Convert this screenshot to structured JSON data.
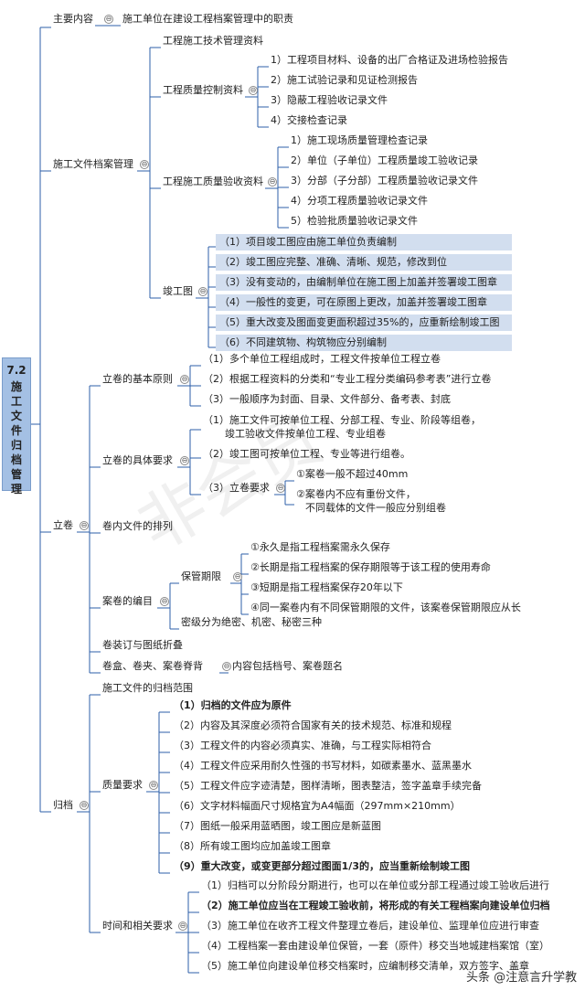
{
  "watermark": "非会员",
  "credit": "头条 @注意言升学教",
  "root": {
    "num": "7.2",
    "title": "施工文件归档管理"
  },
  "top": {
    "label": "主要内容",
    "text": "施工单位在建设工程档案管理中的职责"
  },
  "sgwj": {
    "label": "施工文件档案管理",
    "jsgl": "工程施工技术管理资料",
    "zlkz": {
      "label": "工程质量控制资料",
      "items": [
        "1）工程项目材料、设备的出厂合格证及进场检验报告",
        "2）施工试验记录和见证检测报告",
        "3）隐蔽工程验收记录文件",
        "4）交接检查记录"
      ]
    },
    "zlys": {
      "label": "工程施工质量验收资料",
      "items": [
        "1）施工现场质量管理检查记录",
        "2）单位（子单位）工程质量竣工验收记录",
        "3）分部（子分部）工程质量验收记录文件",
        "4）分项工程质量验收记录文件",
        "5）检验批质量验收记录文件"
      ]
    },
    "jgt": {
      "label": "竣工图",
      "items": [
        "（1）项目竣工图应由施工单位负责编制",
        "（2）竣工图应完整、准确、清晰、规范，修改到位",
        "（3）没有变动的，由编制单位在施工图上加盖并签署竣工图章",
        "（4）一般性的变更，可在原图上更改，加盖并签署竣工图章",
        "（5）重大改变及图面变更面积超过35%的，应重新绘制竣工图",
        "（6）不同建筑物、构筑物应分别编制"
      ]
    }
  },
  "lj": {
    "label": "立卷",
    "jbyz": {
      "label": "立卷的基本原则",
      "items": [
        "（1）多个单位工程组成时，工程文件按单位工程立卷",
        "（2）根据工程资料的分类和“专业工程分类编码参考表”进行立卷",
        "（3）一般顺序为封面、目录、文件部分、备考表、封底"
      ]
    },
    "jtyq": {
      "label": "立卷的具体要求",
      "i1a": "（1）施工文件可按单位工程、分部工程、专业、阶段等组卷，",
      "i1b": "竣工验收文件按单位工程、专业组卷",
      "i2": "（2）竣工图可按单位工程、专业等进行组卷。",
      "i3": {
        "label": "（3）立卷要求",
        "a": "①案卷一般不超过40mm",
        "b1": "②案卷内不应有重份文件，",
        "b2": "不同载体的文件一般应分别组卷"
      }
    },
    "jnwj": "卷内文件的排列",
    "ajbm": {
      "label": "案卷的编目",
      "bgqx": {
        "label": "保管期限",
        "items": [
          "①永久是指工程档案需永久保存",
          "②长期是指工程档案的保存期限等于该工程的使用寿命",
          "③短期是指工程档案保存20年以下",
          "④同一案卷内有不同保管期限的文件，该案卷保管期限应从长"
        ]
      },
      "mj": "密级分为绝密、机密、秘密三种"
    },
    "jzd": "卷装订与图纸折叠",
    "jh": {
      "label": "卷盒、卷夹、案卷脊背",
      "text": "内容包括档号、案卷题名"
    }
  },
  "gd": {
    "label": "归档",
    "fw": "施工文件的归档范围",
    "zlyq": {
      "label": "质量要求",
      "items": [
        "（1）归档的文件应为原件",
        "（2）内容及其深度必须符合国家有关的技术规范、标准和规程",
        "（3）工程文件的内容必须真实、准确，与工程实际相符合",
        "（4）工程文件应采用耐久性强的书写材料，如碳素墨水、蓝黑墨水",
        "（5）工程文件应字迹清楚，图样清晰，图表整洁，签字盖章手续完备",
        "（6）文字材料幅面尺寸规格宜为A4幅面（297mm×210mm）",
        "（7）图纸一般采用蓝晒图，竣工图应是新蓝图",
        "（8）所有竣工图均应加盖竣工图章",
        "（9）重大改变，或变更部分超过图面1/3的，应当重新绘制竣工图"
      ]
    },
    "sj": {
      "label": "时间和相关要求",
      "items": [
        "（1）归档可以分阶段分期进行，也可以在单位或分部工程通过竣工验收后进行",
        "（2）施工单位应当在工程竣工验收前，将形成的有关工程档案向建设单位归档",
        "（3）施工单位在收齐工程文件整理立卷后，建设单位、监理单位应进行审查",
        "（4）工程档案一套由建设单位保管，一套（原件）移交当地城建档案馆（室）",
        "（5）施工单位向建设单位移交档案时，应编制移交清单，双方签字、盖章"
      ]
    }
  }
}
